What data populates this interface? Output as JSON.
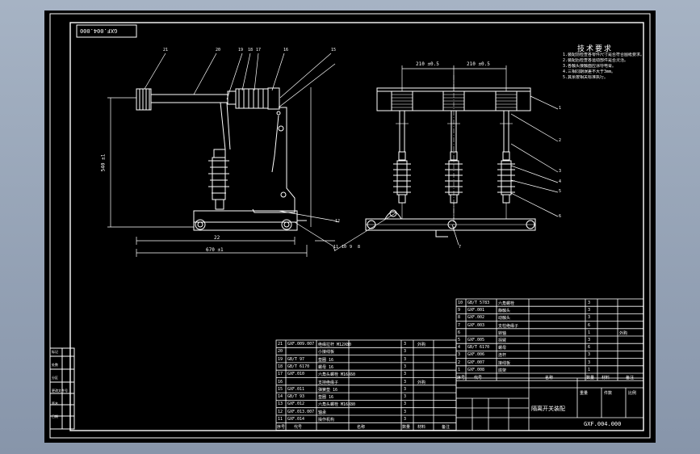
{
  "title_block": {
    "drawing_no": "GXF.004.000",
    "assembly_name": "隔离开关装配",
    "top_box_label": "GXF.004.000",
    "weight_label": "重量",
    "ratio_label": "比例",
    "qty_label": "件数"
  },
  "tech_requirements": {
    "title": "技术要求",
    "items": [
      "1.装配前检查各零件尺寸是否符合图纸要求。",
      "2.装配后检查各运动部件是否灵活。",
      "3.各触头接触面应涂导电膏。",
      "4.三相同期误差不大于3mm。",
      "5.其余按相关标准执行。"
    ]
  },
  "dimensions": {
    "left_overall_width": "670 ±1",
    "left_inner_width": "22",
    "left_height": "540 ±1",
    "right_pitch_1": "210 ±0.5",
    "right_pitch_2": "210 ±0.5"
  },
  "balloons_left_top": [
    "21",
    "20",
    "19",
    "18",
    "17",
    "16",
    "15"
  ],
  "balloons_left_bottom": [
    "11",
    "10",
    "9",
    "8",
    "12"
  ],
  "balloons_right": [
    "1",
    "2",
    "3",
    "4",
    "5",
    "6",
    "7"
  ],
  "bom_right": {
    "rows": [
      {
        "no": "10",
        "code": "GB/T 5783",
        "name": "六角螺栓",
        "qty": "3",
        "note": ""
      },
      {
        "no": "9",
        "code": "GXF.001",
        "name": "静触头",
        "qty": "3",
        "note": ""
      },
      {
        "no": "8",
        "code": "GXF.002",
        "name": "动触头",
        "qty": "3",
        "note": ""
      },
      {
        "no": "7",
        "code": "GXF.003",
        "name": "支柱绝缘子",
        "qty": "6",
        "note": ""
      },
      {
        "no": "6",
        "code": "",
        "name": "转轴",
        "qty": "1",
        "note": "外购"
      },
      {
        "no": "5",
        "code": "GXF.005",
        "name": "拐臂",
        "qty": "3",
        "note": ""
      },
      {
        "no": "4",
        "code": "GB/T 6170",
        "name": "螺母",
        "qty": "6",
        "note": ""
      },
      {
        "no": "3",
        "code": "GXF.006",
        "name": "连杆",
        "qty": "3",
        "note": ""
      },
      {
        "no": "2",
        "code": "GXF.007",
        "name": "接线板",
        "qty": "3",
        "note": ""
      },
      {
        "no": "1",
        "code": "GXF.008",
        "name": "底架",
        "qty": "1",
        "note": ""
      }
    ],
    "header": {
      "no": "序号",
      "code": "代号",
      "name": "名称",
      "qty": "数量",
      "mat": "材料",
      "note": "备注"
    }
  },
  "bom_left": {
    "rows": [
      {
        "no": "21",
        "code": "GXF.009.007",
        "name": "绝缘拉杆 M12X80",
        "qty": "3",
        "note": "外购"
      },
      {
        "no": "20",
        "code": "",
        "name": "小接线板",
        "qty": "3",
        "note": ""
      },
      {
        "no": "19",
        "code": "GB/T 97",
        "name": "垫圈 16",
        "qty": "3",
        "note": ""
      },
      {
        "no": "18",
        "code": "GB/T 6170",
        "name": "螺母 16",
        "qty": "3",
        "note": ""
      },
      {
        "no": "17",
        "code": "GXF.010",
        "name": "六角头螺栓 M16X60",
        "qty": "3",
        "note": ""
      },
      {
        "no": "16",
        "code": "",
        "name": "支持绝缘子",
        "qty": "3",
        "note": "外购"
      },
      {
        "no": "15",
        "code": "GXF.011",
        "name": "弹簧垫 16",
        "qty": "3",
        "note": ""
      },
      {
        "no": "14",
        "code": "GB/T 93",
        "name": "垫圈 16",
        "qty": "3",
        "note": ""
      },
      {
        "no": "13",
        "code": "GXF.012",
        "name": "六角头螺栓 M16X80",
        "qty": "3",
        "note": ""
      },
      {
        "no": "12",
        "code": "GXF.013.007",
        "name": "轴承",
        "qty": "3",
        "note": ""
      },
      {
        "no": "11",
        "code": "GXF.014",
        "name": "操作机构",
        "qty": "3",
        "note": ""
      }
    ],
    "header": {
      "no": "序号",
      "code": "代号",
      "name": "名称",
      "qty": "数量",
      "mat": "材料",
      "note": "备注"
    }
  },
  "revision_strip": [
    "标记",
    "处数",
    "分区",
    "更改文件号",
    "签名",
    "日期"
  ],
  "colors": {
    "line": "#ffffff",
    "background": "#000000",
    "window": "#93a1b5"
  }
}
